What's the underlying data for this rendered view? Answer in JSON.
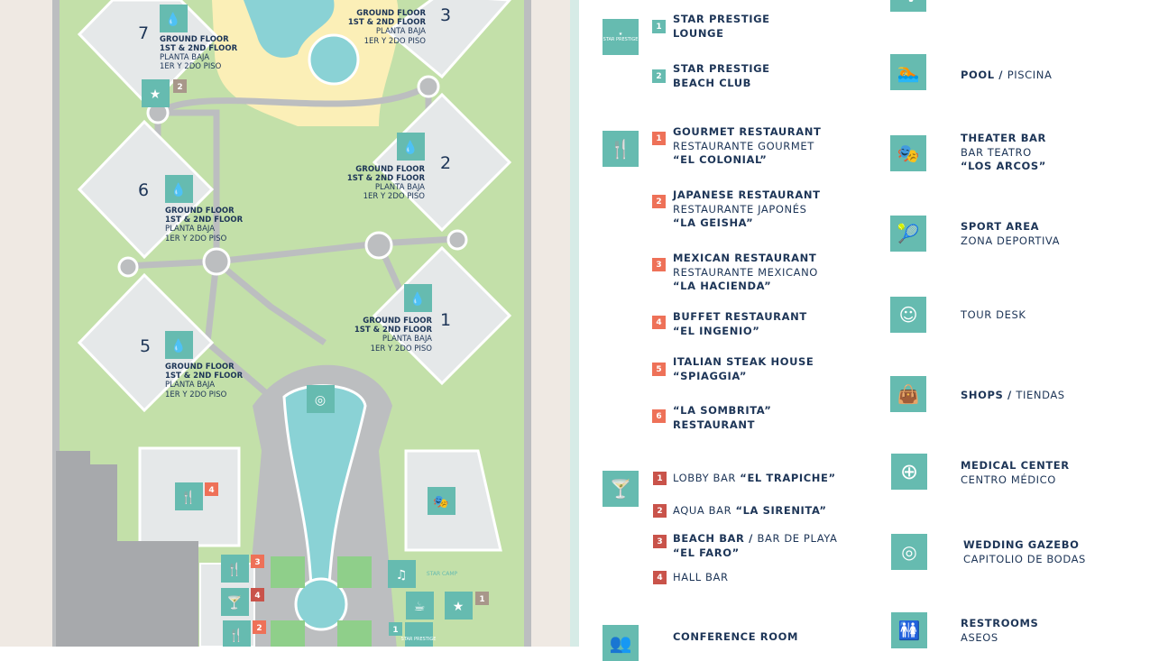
{
  "map": {
    "building_label": [
      "GROUND FLOOR",
      "1ST & 2ND FLOOR",
      "PLANTA BAJA",
      "1ER Y 2DO PISO"
    ],
    "buildings": [
      "7",
      "3",
      "6",
      "2",
      "5",
      "1"
    ],
    "map_badges": [
      "2",
      "4",
      "3",
      "4",
      "2",
      "1",
      "1"
    ],
    "star_prestige_logo": "STAR PRESTIGE",
    "star_camp_logo": "STAR CAMP",
    "colors": {
      "grass": "#c3e0a9",
      "path": "#bcbec0",
      "building": "#e5e8e9",
      "water": "#8ad2d5",
      "sand": "#fbefb7",
      "parking": "#a7a9ac",
      "accent": "#66bbb0"
    }
  },
  "legend": {
    "prestige": {
      "icon": "star-prestige-icon",
      "icon_text": "STAR PRESTIGE",
      "items": [
        {
          "num": "1",
          "lines": [
            "STAR PRESTIGE",
            "LOUNGE"
          ]
        },
        {
          "num": "2",
          "lines": [
            "STAR PRESTIGE",
            "BEACH CLUB"
          ]
        }
      ]
    },
    "restaurants": {
      "icon": "fork-knife-icon",
      "items": [
        {
          "num": "1",
          "bold": "GOURMET RESTAURANT",
          "sub": "RESTAURANTE GOURMET",
          "name": "“EL COLONIAL”"
        },
        {
          "num": "2",
          "bold": "JAPANESE RESTAURANT",
          "sub": "RESTAURANTE JAPONÉS",
          "name": "“LA GEISHA”"
        },
        {
          "num": "3",
          "bold": "MEXICAN RESTAURANT",
          "sub": "RESTAURANTE MEXICANO",
          "name": "“LA HACIENDA”"
        },
        {
          "num": "4",
          "bold": "BUFFET RESTAURANT",
          "name": "“EL INGENIO”"
        },
        {
          "num": "5",
          "bold": "ITALIAN STEAK HOUSE",
          "name": "“SPIAGGIA”"
        },
        {
          "num": "6",
          "bold": "“LA SOMBRITA”",
          "name": "RESTAURANT"
        }
      ]
    },
    "bars": {
      "icon": "cocktail-icon",
      "items": [
        {
          "num": "1",
          "plain": "LOBBY BAR ",
          "bold": "“EL TRAPICHE”"
        },
        {
          "num": "2",
          "plain": "AQUA BAR ",
          "bold": "“LA SIRENITA”"
        },
        {
          "num": "3",
          "bold": "BEACH BAR / ",
          "plain": "BAR DE PLAYA",
          "line2": "“EL FARO”"
        },
        {
          "num": "4",
          "plain": "HALL BAR"
        }
      ]
    },
    "conference": {
      "icon": "conference-icon",
      "label": "CONFERENCE ROOM"
    },
    "right": [
      {
        "icon": "pool-icon",
        "bold": "POOL / ",
        "plain": "PISCINA"
      },
      {
        "icon": "theater-mask-icon",
        "bold": "THEATER BAR",
        "sub": "BAR TEATRO",
        "name": "“LOS ARCOS”"
      },
      {
        "icon": "sport-icon",
        "bold": "SPORT AREA",
        "sub": "ZONA DEPORTIVA"
      },
      {
        "icon": "tour-desk-icon",
        "plain": "TOUR DESK"
      },
      {
        "icon": "shop-bag-icon",
        "bold": "SHOPS / ",
        "plain": "TIENDAS"
      },
      {
        "icon": "medical-cross-icon",
        "bold": "MEDICAL CENTER",
        "sub": "CENTRO MÉDICO"
      },
      {
        "icon": "wedding-rings-icon",
        "bold": "WEDDING GAZEBO",
        "sub": "CAPITOLIO DE BODAS"
      },
      {
        "icon": "restroom-icon",
        "bold": "RESTROOMS",
        "sub": "ASEOS"
      }
    ]
  }
}
